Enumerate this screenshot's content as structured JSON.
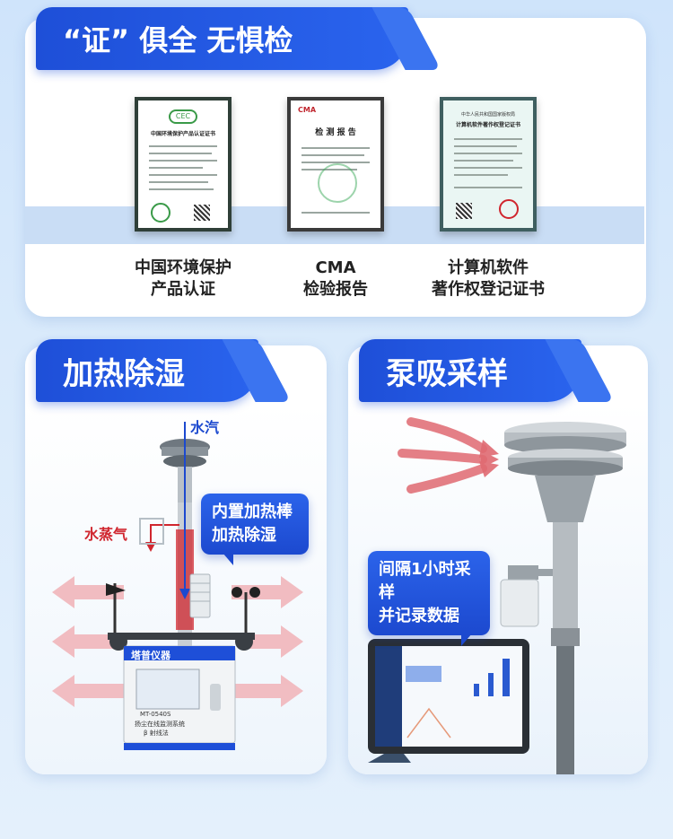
{
  "section1": {
    "title": "“证” 俱全 无惧检",
    "certs": [
      {
        "line1": "中国环境保护",
        "line2": "产品认证"
      },
      {
        "line1": "CMA",
        "line2": "检验报告"
      },
      {
        "line1": "计算机软件",
        "line2": "著作权登记证书"
      }
    ],
    "cert_docs": [
      {
        "heading": "中国环境保护产品认证证书",
        "badge": "CEC"
      },
      {
        "heading": "检 测 报 告",
        "badge": "CMA"
      },
      {
        "heading": "计算机软件著作权登记证书",
        "badge": "中华人民共和国国家版权局"
      }
    ]
  },
  "section2": {
    "title": "加热除湿",
    "label_vapor_top": "水汽",
    "label_vapor_side": "水蒸气",
    "callout": {
      "line1": "内置加热棒",
      "line2": "加热除湿"
    },
    "device_brand": "塔普仪器",
    "device_model": "MT-0540S",
    "device_desc": "扬尘在线监测系统",
    "device_sub": "β 射线法"
  },
  "section3": {
    "title": "泵吸采样",
    "callout": {
      "line1": "间隔1小时采样",
      "line2": "并记录数据"
    }
  },
  "colors": {
    "brand_blue": "#1e4fd8",
    "arrow_red": "#e06a72",
    "vapor_red": "#d0262e"
  }
}
